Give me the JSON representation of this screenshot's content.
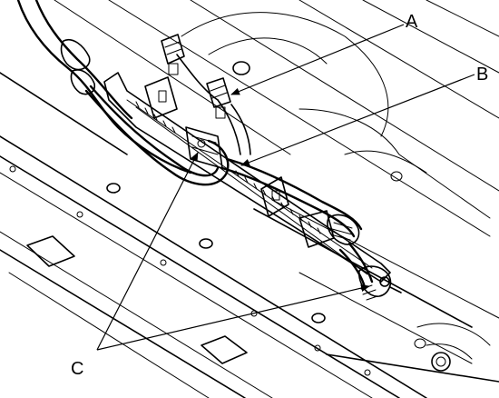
{
  "figure": {
    "callouts": {
      "a": "A",
      "b": "B",
      "c": "C"
    }
  }
}
